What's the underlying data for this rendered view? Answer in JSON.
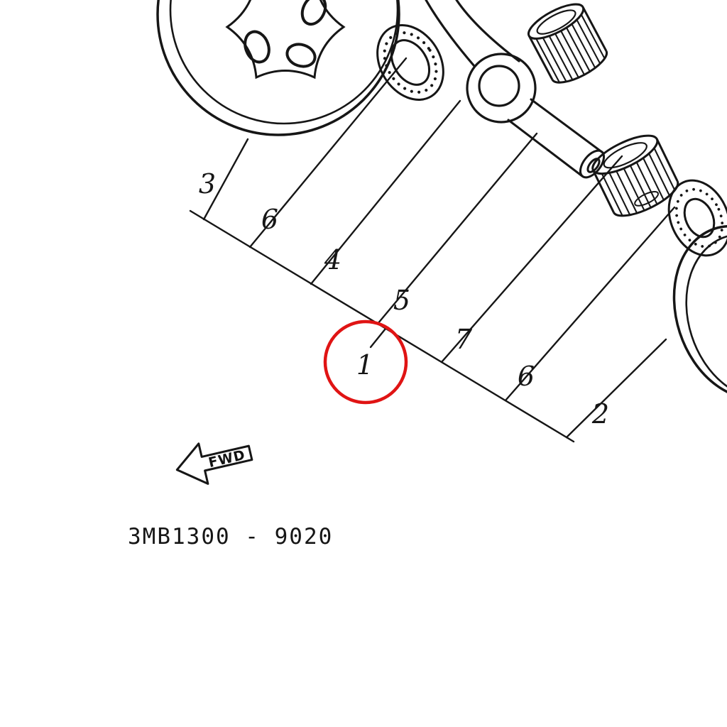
{
  "diagram": {
    "kind": "exploded-parts-diagram",
    "subject": "crankshaft-assembly",
    "part_number": "3MB1300 - 9020",
    "fwd_label": "FWD",
    "line_color": "#161616",
    "highlight_color": "#e01414",
    "callouts": [
      {
        "label": "3",
        "highlighted": false
      },
      {
        "label": "6",
        "highlighted": false
      },
      {
        "label": "4",
        "highlighted": false
      },
      {
        "label": "5",
        "highlighted": false
      },
      {
        "label": "1",
        "highlighted": true
      },
      {
        "label": "7",
        "highlighted": false
      },
      {
        "label": "6",
        "highlighted": false
      },
      {
        "label": "2",
        "highlighted": false
      }
    ]
  }
}
